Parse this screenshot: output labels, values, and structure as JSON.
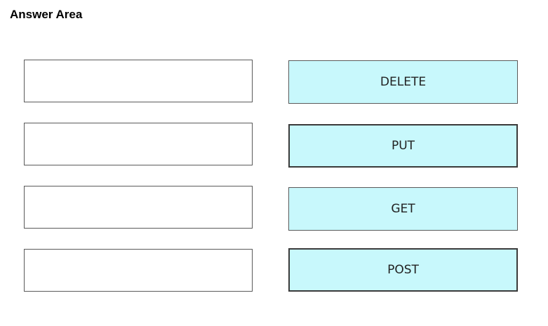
{
  "header": {
    "title": "Answer Area"
  },
  "targets": [
    {
      "value": ""
    },
    {
      "value": ""
    },
    {
      "value": ""
    },
    {
      "value": ""
    }
  ],
  "items": [
    {
      "label": "DELETE"
    },
    {
      "label": "PUT"
    },
    {
      "label": "GET"
    },
    {
      "label": "POST"
    }
  ],
  "colors": {
    "item_background": "#c8f8fc",
    "target_background": "#ffffff",
    "border": "#5a5a5a"
  }
}
